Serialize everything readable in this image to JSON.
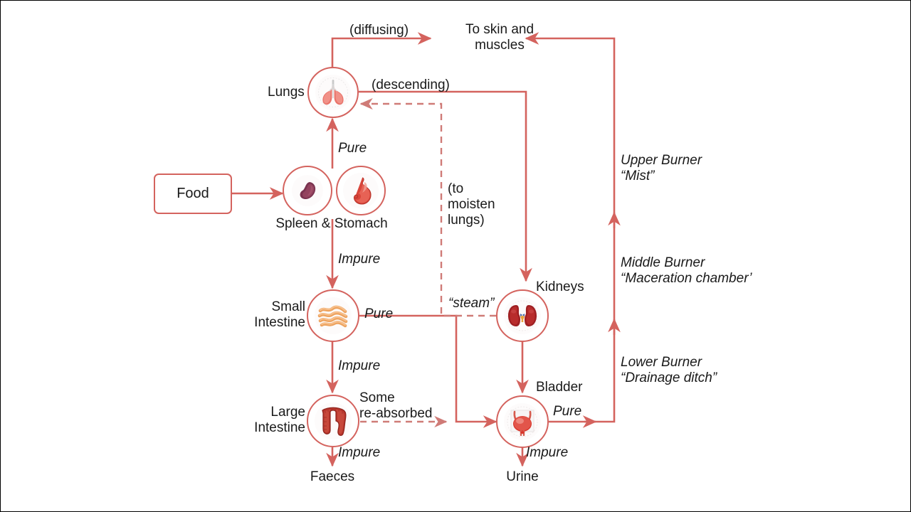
{
  "diagram": {
    "title": "Chinese Medicine Fluid Physiology / Triple Burner Diagram",
    "accent_color": "#d4635e",
    "text_color": "#1a1a1a",
    "background": "#ffffff"
  },
  "nodes": {
    "food": {
      "label": "Food"
    },
    "spleen_stomach": {
      "label": "Spleen & Stomach",
      "icons": [
        "spleen-icon",
        "stomach-icon"
      ]
    },
    "lungs": {
      "label": "Lungs",
      "icon": "lungs-icon"
    },
    "small_intestine": {
      "label": "Small\nIntestine",
      "icon": "small-intestine-icon"
    },
    "large_intestine": {
      "label": "Large\nIntestine",
      "icon": "large-intestine-icon"
    },
    "kidneys": {
      "label": "Kidneys",
      "icon": "kidneys-icon"
    },
    "bladder": {
      "label": "Bladder",
      "icon": "bladder-icon"
    },
    "skin_muscles": {
      "label": "To skin and\nmuscles"
    },
    "faeces": {
      "label": "Faeces"
    },
    "urine": {
      "label": "Urine"
    }
  },
  "edge_labels": {
    "diffusing": "(diffusing)",
    "descending": "(descending)",
    "to_moisten_lungs": "(to\nmoisten\nlungs)",
    "steam": "“steam”",
    "pure_lungs": "Pure",
    "impure_stomach_si": "Impure",
    "pure_si": "Pure",
    "impure_si_li": "Impure",
    "some_reabsorbed": "Some\nre-absorbed",
    "impure_li": "Impure",
    "pure_bladder": "Pure",
    "impure_bladder": "Impure"
  },
  "burners": {
    "upper": "Upper Burner\n“Mist”",
    "middle": "Middle Burner\n“Maceration chamber’",
    "lower": "Lower Burner\n“Drainage ditch”"
  }
}
